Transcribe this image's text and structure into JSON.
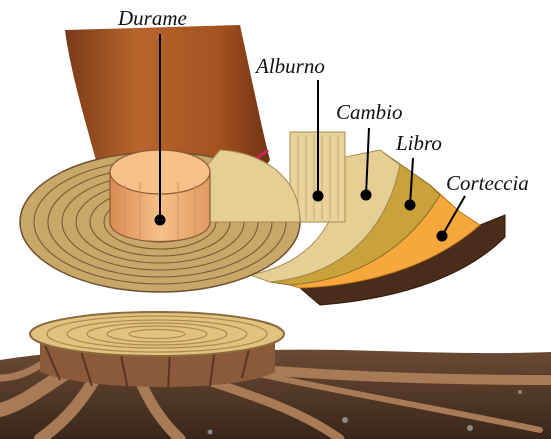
{
  "labels": {
    "heartwood": "Durame",
    "sapwood": "Alburno",
    "cambium": "Cambio",
    "phloem": "Libro",
    "bark": "Corteccia"
  },
  "colors": {
    "heartwood": "#f2b47c",
    "sapwood_rings": "#c9a769",
    "sapwood_sheet": "#e6cf95",
    "cambium": "#c9a23c",
    "phloem": "#f6a83c",
    "bark": "#4a2c1a",
    "trunk_bark": "#b8652d",
    "soil": "#4b3324",
    "leader_line": "#000000"
  }
}
